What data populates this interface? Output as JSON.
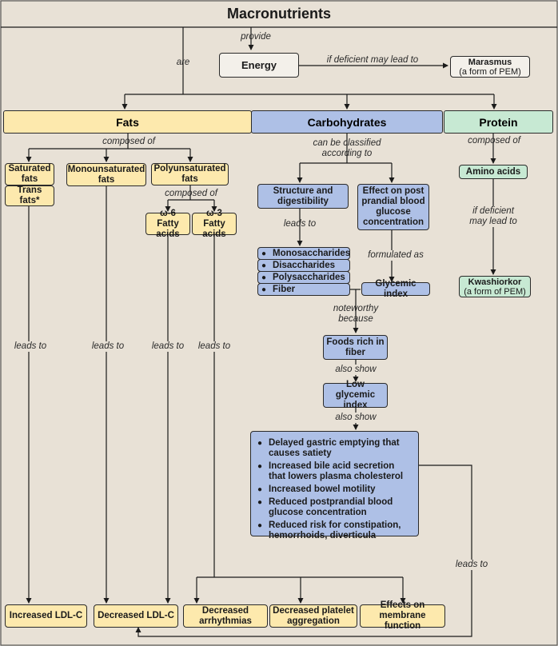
{
  "title": "Macronutrients",
  "nodes": {
    "energy": "Energy",
    "marasmus": "Marasmus",
    "marasmus_note": "(a form of PEM)",
    "fats": "Fats",
    "carbohydrates": "Carbohydrates",
    "protein": "Protein",
    "saturated": "Saturated fats",
    "trans": "Trans fats*",
    "monounsaturated": "Monounsaturated fats",
    "polyunsaturated": "Polyunsaturated fats",
    "omega6": "ω-6 Fatty acids",
    "omega3": "ω-3 Fatty acids",
    "structure": "Structure and digestibility",
    "effect": "Effect on post prandial blood glucose concentration",
    "carb_types": [
      "Monosaccharides",
      "Disaccharides",
      "Polysaccharides",
      "Fiber"
    ],
    "glycemic_index": "Glycemic index",
    "foods_fiber": "Foods rich in fiber",
    "low_gi": "Low glycemic index",
    "benefits": [
      "Delayed gastric emptying that causes satiety",
      "Increased bile acid secretion that lowers plasma cholesterol",
      "Increased bowel motility",
      "Reduced postprandial blood glucose concentration",
      "Reduced risk for constipation, hemorrhoids, diverticula"
    ],
    "amino": "Amino acids",
    "kwashiorkor": "Kwashiorkor",
    "kwashiorkor_note": "(a form of PEM)",
    "inc_ldl": "Increased LDL-C",
    "dec_ldl": "Decreased LDL-C",
    "dec_arrhythmias": "Decreased arrhythmias",
    "dec_platelet": "Decreased platelet aggregation",
    "effects_membrane": "Effects on membrane function"
  },
  "labels": {
    "provide": "provide",
    "are": "are",
    "if_deficient_lead": "if deficient may lead to",
    "fats_composed": "composed of",
    "classified": "can be classified according to",
    "protein_composed": "composed of",
    "poly_composed": "composed of",
    "carb_leads_to": "leads to",
    "formulated_as": "formulated as",
    "if_deficient_may": "if deficient may lead to",
    "noteworthy": "noteworthy because",
    "also_show_1": "also show",
    "also_show_2": "also show",
    "leads_to": "leads to",
    "leads_to_right": "leads to"
  },
  "colors": {
    "background": "#e8e1d6",
    "fats": "#fde9ad",
    "carbohydrates": "#aec0e6",
    "protein": "#c7e9d3",
    "energy": "#f3f0ea"
  }
}
